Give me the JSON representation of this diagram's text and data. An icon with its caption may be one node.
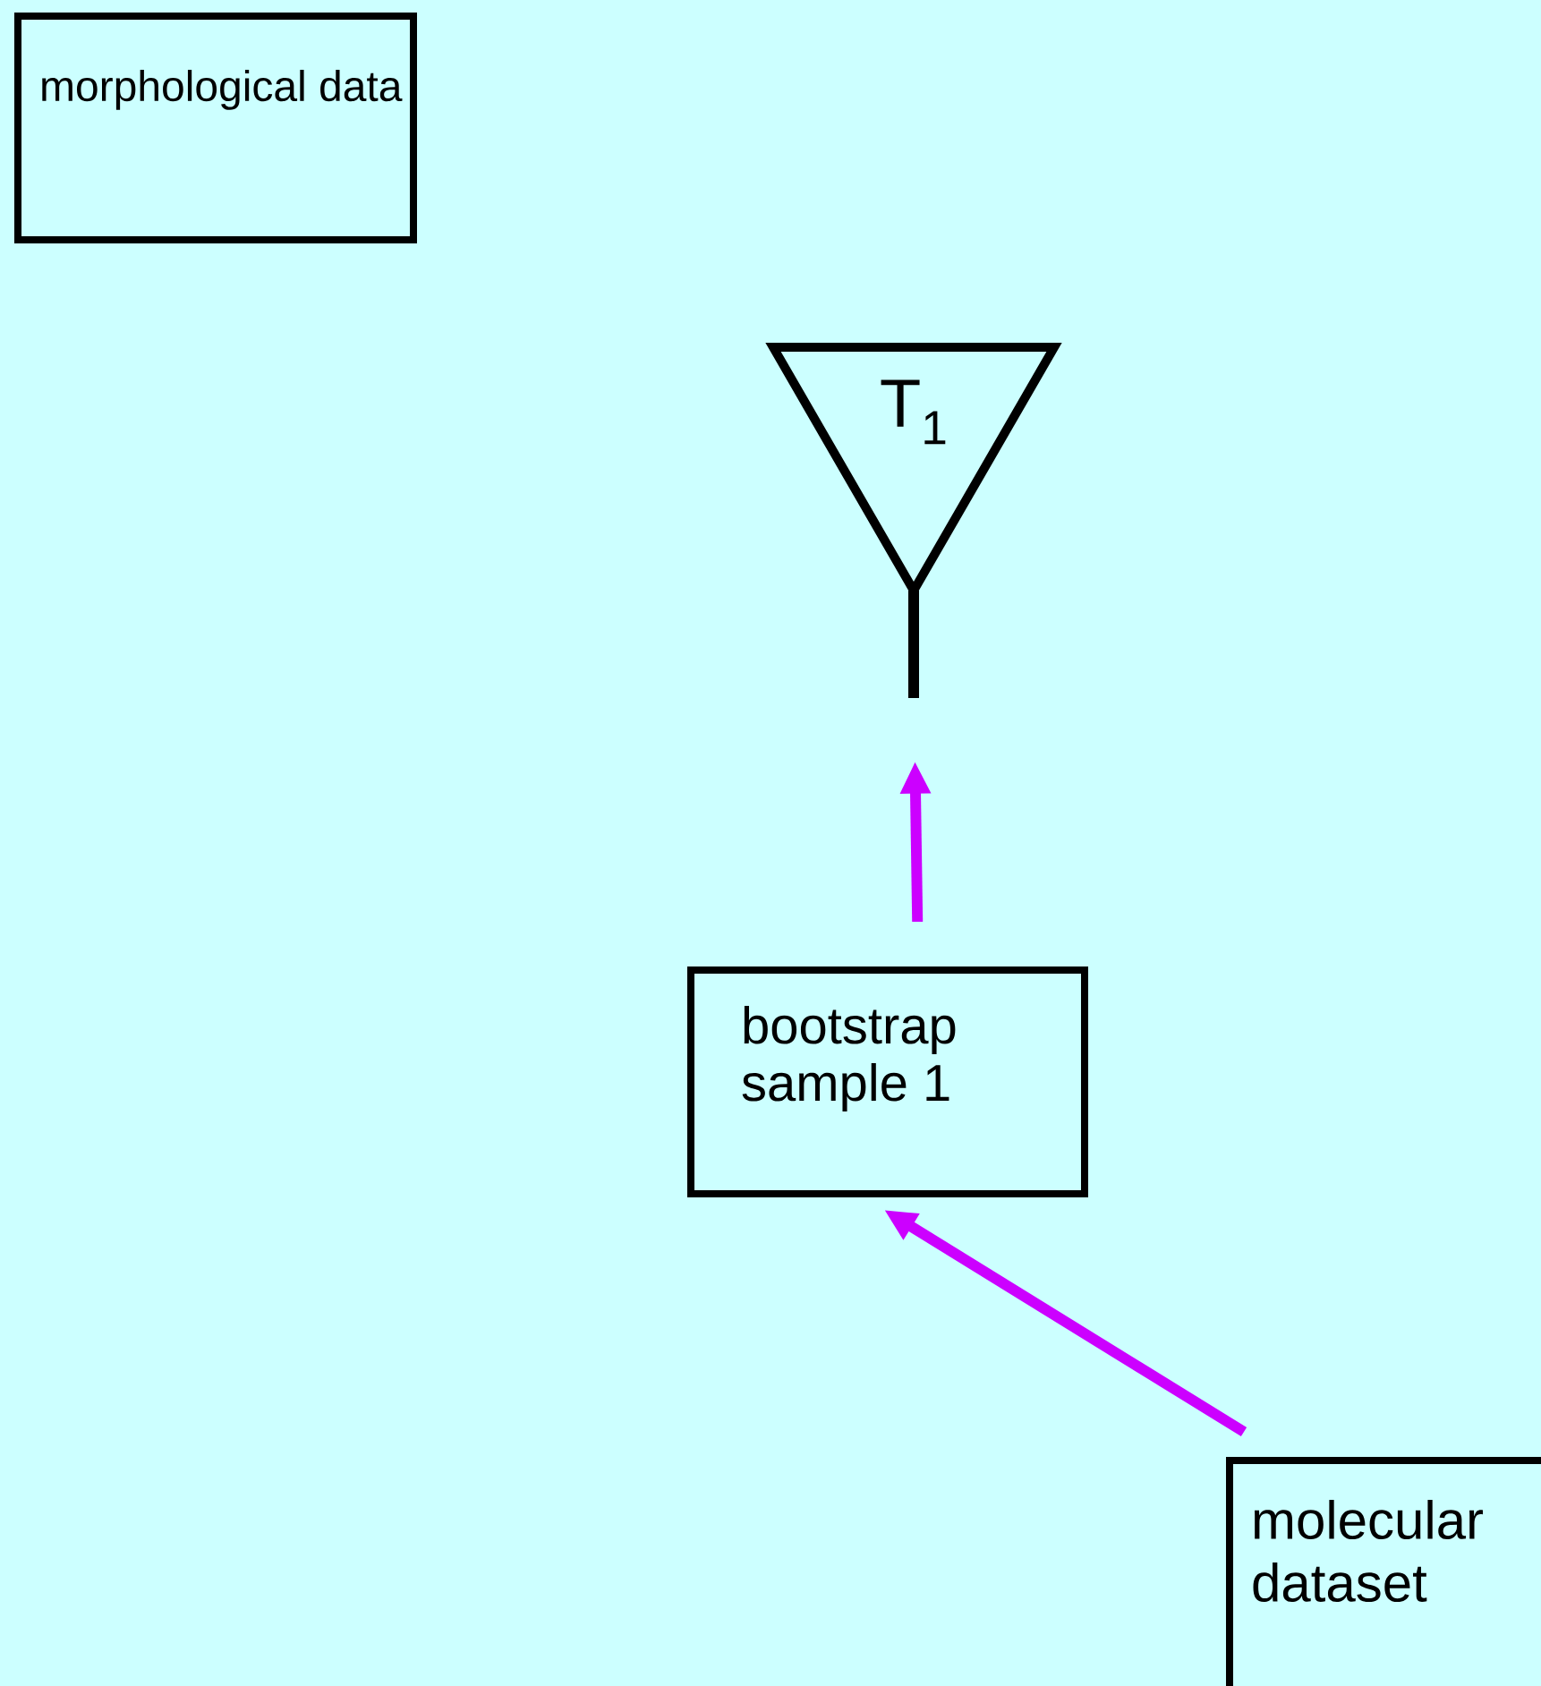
{
  "diagram": {
    "nodes": [
      {
        "text": [
          "morphological data"
        ]
      },
      {
        "text": [
          "T$_{1}$"
        ]
      },
      {
        "text": [
          "bootstrap sample 1"
        ]
      },
      {
        "text": [
          "molecular dataset"
        ]
      }
    ],
    "edges": [
      {
        "from": 3,
        "to": 2,
        "arrow": "to"
      },
      {
        "from": 2,
        "to": 1,
        "arrow": "to"
      }
    ]
  }
}
